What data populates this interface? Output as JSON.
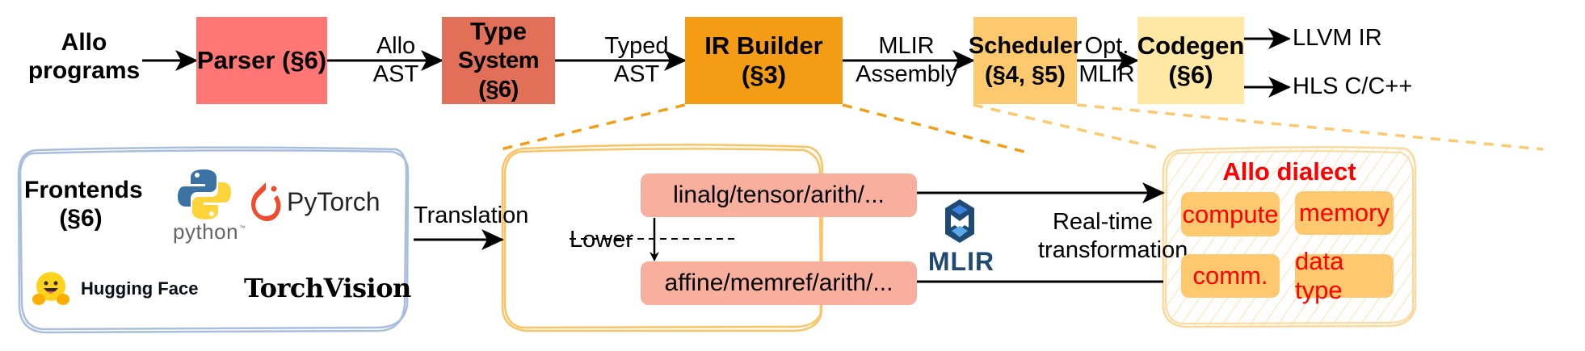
{
  "pipeline": {
    "input": {
      "line1": "Allo",
      "line2": "programs"
    },
    "stages": [
      {
        "id": "parser",
        "line1": "Parser (§6)",
        "line2": "",
        "color": "#FF7674"
      },
      {
        "id": "type-system",
        "line1": "Type",
        "line2": "System (§6)",
        "color": "#E27058"
      },
      {
        "id": "ir-builder",
        "line1": "IR Builder",
        "line2": "(§3)",
        "color": "#F39C14"
      },
      {
        "id": "scheduler",
        "line1": "Scheduler",
        "line2": "(§4, §5)",
        "color": "#FDC96E"
      },
      {
        "id": "codegen",
        "line1": "Codegen",
        "line2": "(§6)",
        "color": "#FFE7A4"
      }
    ],
    "edges": [
      {
        "top": "Allo",
        "bottom": "AST"
      },
      {
        "top": "Typed",
        "bottom": "AST"
      },
      {
        "top": "MLIR",
        "bottom": "Assembly"
      },
      {
        "top": "Opt.",
        "bottom": "MLIR"
      }
    ],
    "outputs": [
      "LLVM IR",
      "HLS C/C++"
    ]
  },
  "frontends": {
    "title_line1": "Frontends",
    "title_line2": "(§6)",
    "logos": {
      "python": "python",
      "python_tm": "™",
      "pytorch": "PyTorch",
      "huggingface": "Hugging Face",
      "torchvision": "TorchVision"
    },
    "border_color": "#A9BEDD"
  },
  "translation_label": "Translation",
  "mlir_box": {
    "upper_dialects": "linalg/tensor/arith/...",
    "lower_dialects": "affine/memref/arith/...",
    "lower_label": "Lower",
    "logo_text": "MLIR",
    "pill_color": "#F8AF9D",
    "border_color": "#FAC364"
  },
  "transform_label": {
    "line1": "Real-time",
    "line2": "transformation"
  },
  "allo_dialect": {
    "title": "Allo dialect",
    "items": [
      "compute",
      "memory",
      "comm.",
      "data type"
    ],
    "text_color": "#FF0000",
    "item_color": "#FDC96E"
  },
  "colors": {
    "dashed_ir": "#F39C14",
    "dashed_sched": "#FDC96E",
    "mlir_logo_dark": "#1E4A73",
    "mlir_logo_light": "#3B82E0"
  }
}
